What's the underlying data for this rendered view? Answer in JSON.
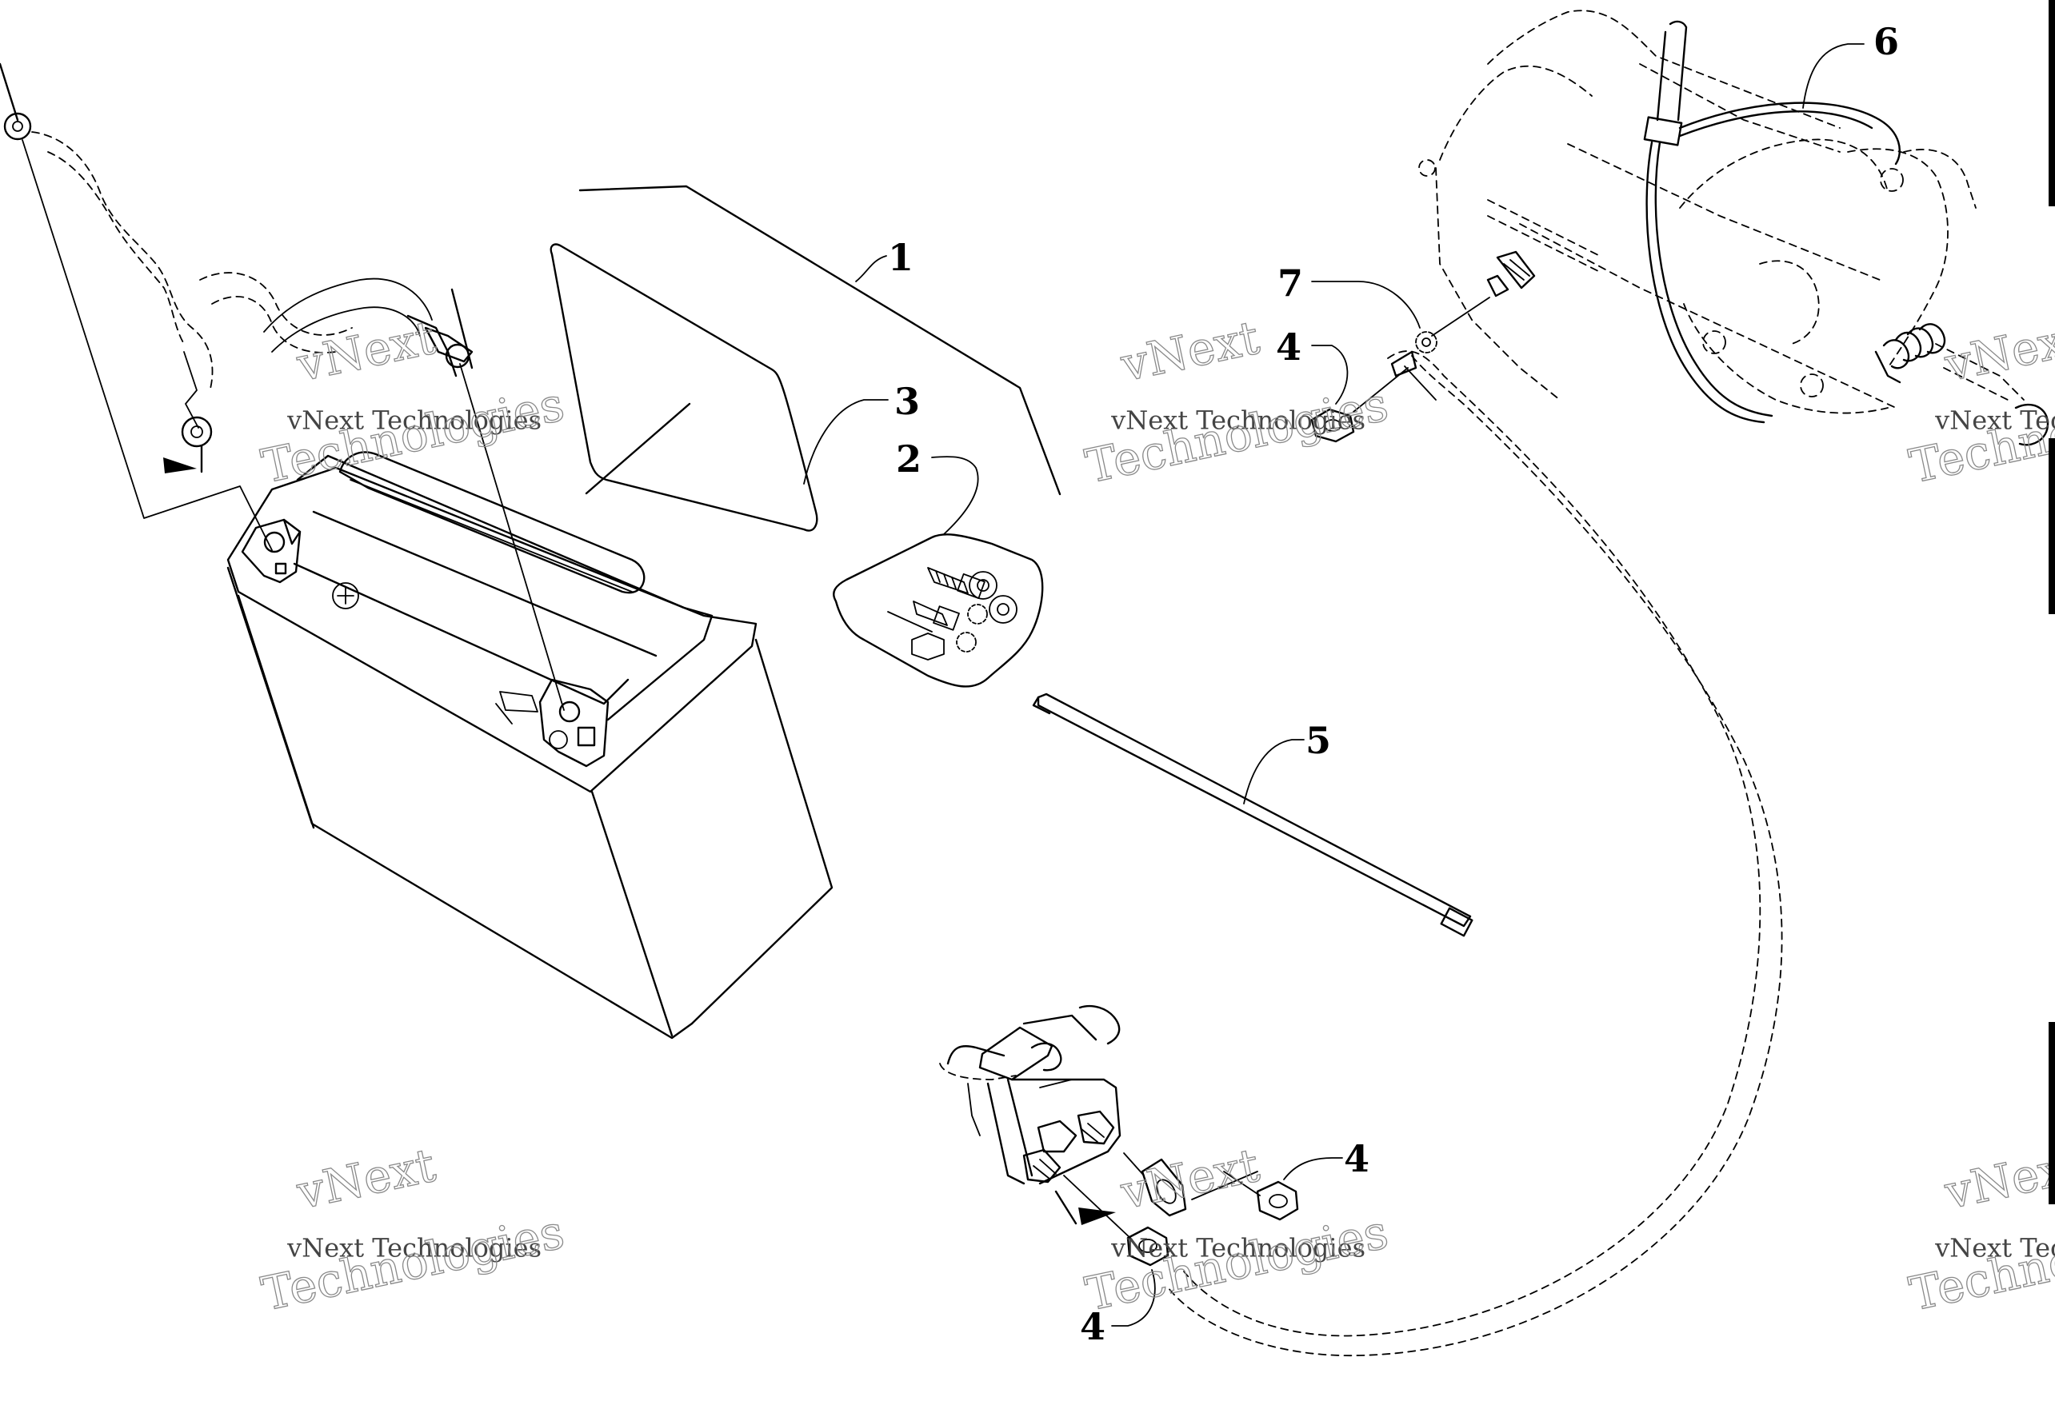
{
  "callouts": [
    {
      "id": "c1",
      "label": "1"
    },
    {
      "id": "c2",
      "label": "2"
    },
    {
      "id": "c3",
      "label": "3"
    },
    {
      "id": "c4a",
      "label": "4"
    },
    {
      "id": "c4b",
      "label": "4"
    },
    {
      "id": "c4c",
      "label": "4"
    },
    {
      "id": "c5",
      "label": "5"
    },
    {
      "id": "c6",
      "label": "6"
    },
    {
      "id": "c7",
      "label": "7"
    }
  ],
  "watermark": {
    "line1": "vNext",
    "line2": "vNext Technologies",
    "line3": "Technologies"
  }
}
